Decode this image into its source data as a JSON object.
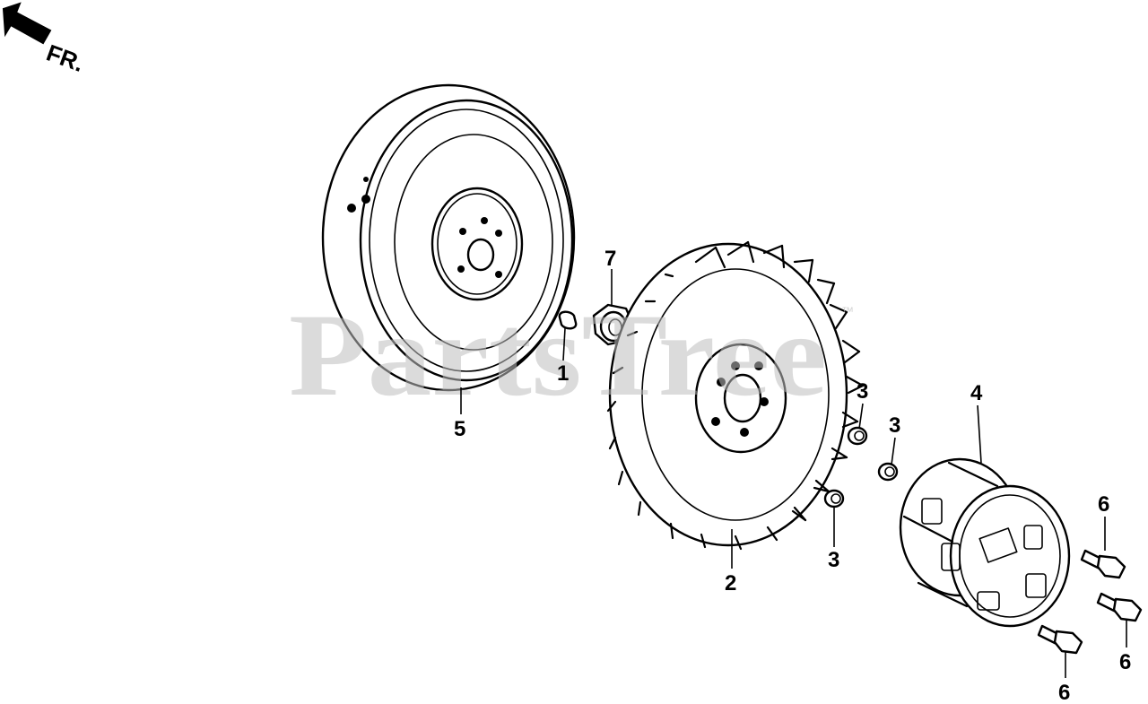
{
  "direction_indicator": {
    "label": "FR."
  },
  "watermark": {
    "text": "PartsTree",
    "trademark": "™"
  },
  "callouts": [
    {
      "id": "c7",
      "label": "7"
    },
    {
      "id": "c1",
      "label": "1"
    },
    {
      "id": "c5",
      "label": "5"
    },
    {
      "id": "c2",
      "label": "2"
    },
    {
      "id": "c3a",
      "label": "3"
    },
    {
      "id": "c3b",
      "label": "3"
    },
    {
      "id": "c3c",
      "label": "3"
    },
    {
      "id": "c4",
      "label": "4"
    },
    {
      "id": "c6a",
      "label": "6"
    },
    {
      "id": "c6b",
      "label": "6"
    },
    {
      "id": "c6c",
      "label": "6"
    }
  ]
}
